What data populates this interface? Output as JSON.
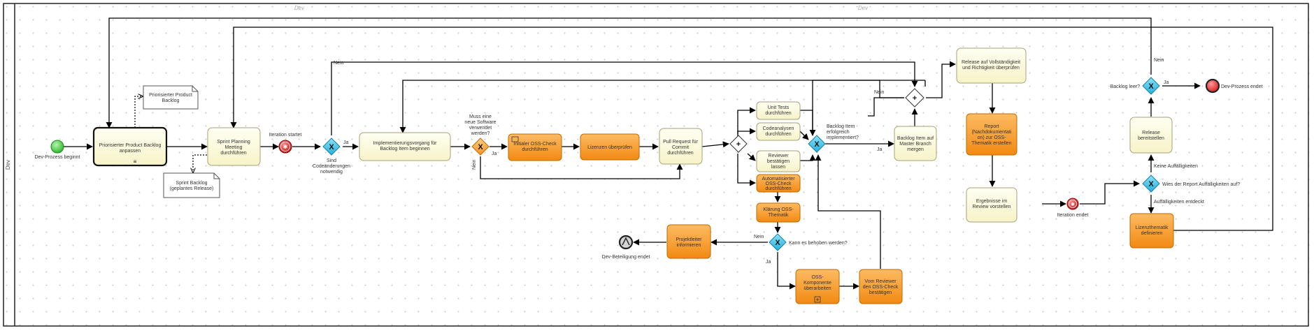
{
  "colors": {
    "task_fill": "#fffde0",
    "task_stroke": "#a6a27a",
    "oss_fill": "#f7941d",
    "oss_fill_light": "#fdbf6a",
    "oss_stroke": "#c16a00",
    "gateway_x": "#3fc4e8",
    "gateway_x_stroke": "#1b7fa3",
    "gateway_orange": "#f7a43a",
    "start": "#4bd24b",
    "end": "#ef2f2f",
    "line": "#000000"
  },
  "pool": {
    "label": "Dev",
    "lane_label_left": "Dev",
    "lane_label_right": "Dev"
  },
  "events": {
    "start": "Dev-Prozess beginnt",
    "iteration_start": "Iteration startet",
    "iteration_end": "Iteration endet",
    "dev_end": "Dev-Prozess endet",
    "dev_participation_end": "Dev-Beteiligung endet"
  },
  "tasks": {
    "prioritize": "Priorisierter Product Backlog anpassen",
    "sprint_planning": "Sprint Planning Meeting durchführen",
    "implement": "Implementierungsvorgang für Backlog Item beginnen",
    "initial_oss": "Initialer OSS-Check durchführen",
    "licenses": "Lizenzen überprüfen",
    "pull_request": "Pull Request für Commit durchführen",
    "unit_tests": "Unit Tests durchführen",
    "code_analysis": "Codeanalysen durchführen",
    "reviewer_confirm": "Reviewer bestätigen lassen",
    "auto_oss": "Automatisierter OSS-Check durchführen",
    "clarify_oss": "Klärung OSS-Thematik",
    "project_lead": "Projektleiter informieren",
    "rework_oss": "OSS-Komponente überarbeiten",
    "reviewer_oss": "Vom Reviewer den OSS-Check bestätigen",
    "merge": "Backlog Item auf Master Branch mergen",
    "release_check": "Release auf Vollständigkeit und Richtigkeit überprüfen",
    "report": "Report (Nachdokumentation) zur OSS-Thematik erstellen",
    "review_results": "Ergebnisse im Review vorstellen",
    "release_provide": "Release bereitstellen",
    "license_define": "Lizenzthematik definieren"
  },
  "data_objects": {
    "product_backlog": "Priorisierter Product Backlog",
    "sprint_backlog": "Sprint Backlog (geplantes Release)"
  },
  "gateways": {
    "code_changes": "Sind Codeänderungen notwendig",
    "new_software": "Muss eine neue Software verwendet werden?",
    "impl_success": "Backlog Item erfolgreich implementiert?",
    "fixable": "Kann es behoben werden?",
    "backlog_empty": "Backlog leer?",
    "report_issues": "Wies der Report Auffälligkeiten auf?"
  },
  "flow_labels": {
    "ja_1": "Ja",
    "nein_1": "Nein",
    "ja_2": "Ja",
    "nein_2": "Nein",
    "ja_3": "Ja",
    "nein_3": "Nein",
    "ja_4": "Ja",
    "nein_4": "Nein",
    "ja_5": "Ja",
    "nein_5": "Nein",
    "no_issues": "Keine Auffälligkeiten",
    "issues_found": "Auffälligkeiten entdeckt"
  }
}
